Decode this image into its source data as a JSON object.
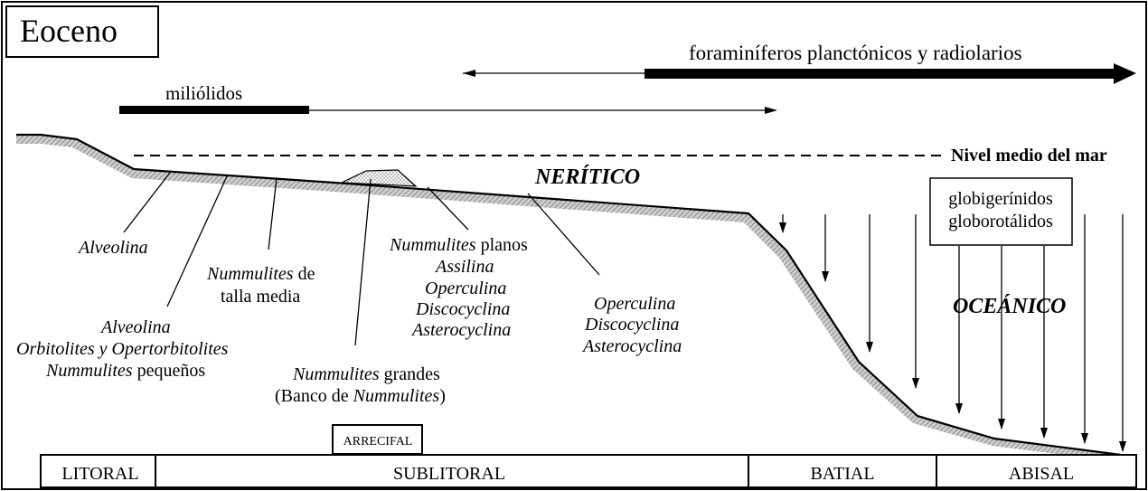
{
  "title": "Eoceno",
  "arrows": {
    "foraminiferos": "foraminíferos planctónicos y radiolarios",
    "miliolidos": "miliólidos"
  },
  "sea_level": "Nivel medio del mar",
  "zones": {
    "neritico": "NERÍTICO",
    "oceanico": "OCEÁNICO"
  },
  "globig_box": [
    "globigerínidos",
    "globorotálidos"
  ],
  "labels": {
    "alveolina": "Alveolina",
    "nummulites_media": {
      "italic": "Nummulites",
      "rest": " de",
      "line2": "talla media"
    },
    "alveolina_group": {
      "line1": "Alveolina",
      "line2": "Orbitolites y Opertorbitolites",
      "line3_italic": "Nummulites",
      "line3_rest": " pequeños"
    },
    "nummulites_grandes": {
      "line1_italic": "Nummulites",
      "line1_rest": " grandes",
      "line2_pre": "(Banco de ",
      "line2_italic": "Nummulites",
      "line2_post": ")"
    },
    "nummulites_planos": {
      "line1_italic": "Nummulites",
      "line1_rest": " planos",
      "line2": "Assilina",
      "line3": "Operculina",
      "line4": "Discocyclina",
      "line5": "Asterocyclina"
    },
    "operculina_group": {
      "line1": "Operculina",
      "line2": "Discocyclina",
      "line3": "Asterocyclina"
    },
    "arrecifal": "ARRECIFAL"
  },
  "bottom_zones": [
    "LITORAL",
    "SUBLITORAL",
    "BATIAL",
    "ABISAL"
  ],
  "colors": {
    "ink": "#000000",
    "hatch": "#999999",
    "background": "#ffffff"
  }
}
